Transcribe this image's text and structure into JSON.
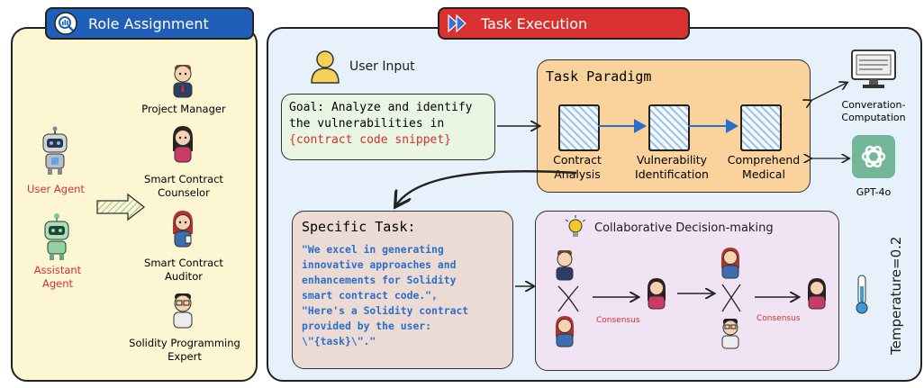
{
  "role_assignment": {
    "title": "Role Assignment",
    "icon": "magnifier-chart-icon",
    "agents": [
      {
        "label": "User Agent",
        "color": "#d2312d"
      },
      {
        "label": "Assistant Agent",
        "line1": "Assistant",
        "line2": "Agent",
        "color": "#d2312d"
      }
    ],
    "roles": [
      {
        "line1": "Project Manager",
        "line2": ""
      },
      {
        "line1": "Smart Contract",
        "line2": "Counselor"
      },
      {
        "line1": "Smart Contract",
        "line2": "Auditor"
      },
      {
        "line1": "Solidity Programming",
        "line2": "Expert"
      }
    ]
  },
  "task_execution": {
    "title": "Task Execution",
    "user_input": "User Input",
    "goal": {
      "line1": "Goal: Analyze and identify",
      "line2": "the vulnerabilities in",
      "highlight": "{contract code snippet}"
    },
    "paradigm": {
      "title": "Task Paradigm",
      "steps": [
        {
          "line1": "Contract",
          "line2": "Analysis"
        },
        {
          "line1": "Vulnerability",
          "line2": "Identification"
        },
        {
          "line1": "Comprehend",
          "line2": "Medical"
        }
      ]
    },
    "side": {
      "monitor_line1": "Converation-",
      "monitor_line2": "Computation",
      "gpt_label": "GPT-4o",
      "temperature": "Temperature=0.2"
    },
    "specific": {
      "title": "Specific Task:",
      "lines": [
        "\"We excel in generating",
        "innovative approaches and",
        "enhancements for Solidity",
        "smart contract code.\",",
        "\"Here's a Solidity contract",
        "provided by the user:",
        "\\\"{task}\\\".\""
      ]
    },
    "collab": {
      "title": "Collaborative Decision-making",
      "consensus": "Consensus"
    }
  },
  "colors": {
    "blue_banner": "#1f5fb8",
    "red_banner": "#d9312f",
    "highlight": "#d2312d",
    "code_blue": "#2a6fc9"
  }
}
